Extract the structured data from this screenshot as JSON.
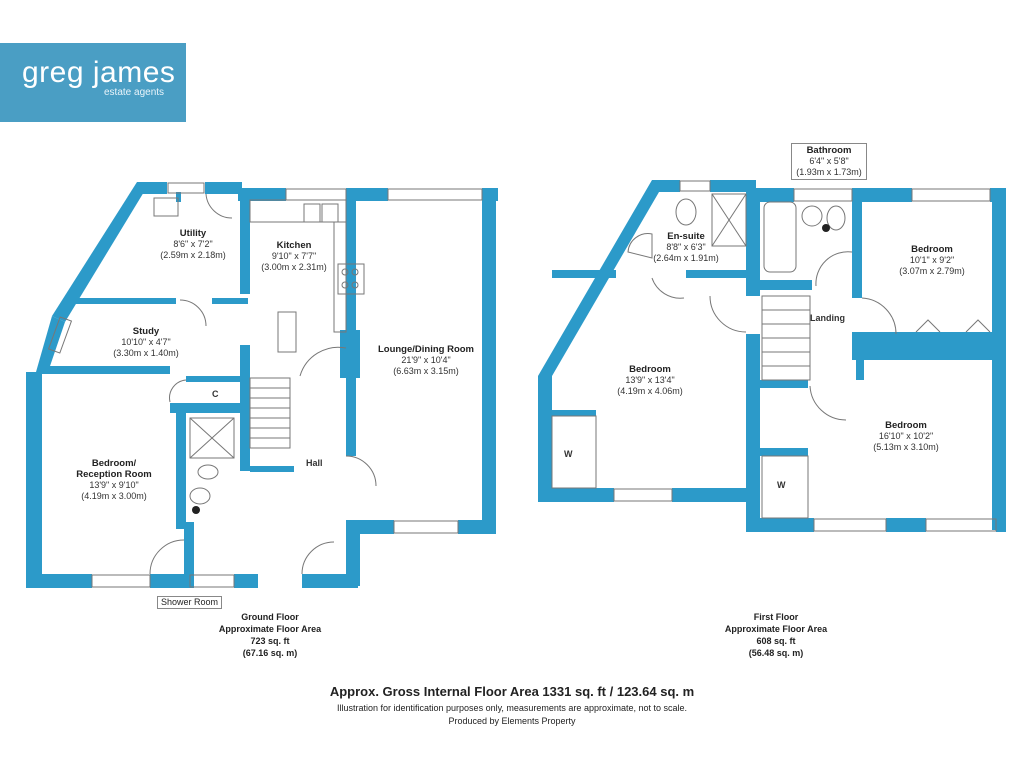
{
  "logo": {
    "name": "greg james",
    "tagline": "estate agents"
  },
  "colors": {
    "wall": "#2c9ac9",
    "logo_bg": "#4a9ec4",
    "fixture": "#777777"
  },
  "ground_floor": {
    "rooms": [
      {
        "id": "utility",
        "name": "Utility",
        "imperial": "8'6\" x 7'2\"",
        "metric": "(2.59m x 2.18m)"
      },
      {
        "id": "kitchen",
        "name": "Kitchen",
        "imperial": "9'10\" x 7'7\"",
        "metric": "(3.00m x 2.31m)"
      },
      {
        "id": "lounge",
        "name": "Lounge/Dining Room",
        "imperial": "21'9\" x 10'4\"",
        "metric": "(6.63m x 3.15m)"
      },
      {
        "id": "study",
        "name": "Study",
        "imperial": "10'10\" x 4'7\"",
        "metric": "(3.30m x 1.40m)"
      },
      {
        "id": "bedroom-reception",
        "name": "Bedroom/\nReception Room",
        "imperial": "13'9\" x 9'10\"",
        "metric": "(4.19m x 3.00m)"
      }
    ],
    "small_labels": {
      "cupboard": "C",
      "hall": "Hall",
      "shower_room": "Shower Room"
    },
    "title": "Ground Floor",
    "area_label": "Approximate Floor Area",
    "area_sqft": "723 sq. ft",
    "area_sqm": "(67.16 sq. m)"
  },
  "first_floor": {
    "rooms": [
      {
        "id": "bathroom",
        "name": "Bathroom",
        "imperial": "6'4\" x 5'8\"",
        "metric": "(1.93m x 1.73m)"
      },
      {
        "id": "ensuite",
        "name": "En-suite",
        "imperial": "8'8\" x 6'3\"",
        "metric": "(2.64m x 1.91m)"
      },
      {
        "id": "bedroom-1",
        "name": "Bedroom",
        "imperial": "10'1\" x 9'2\"",
        "metric": "(3.07m x 2.79m)"
      },
      {
        "id": "bedroom-2",
        "name": "Bedroom",
        "imperial": "13'9\" x 13'4\"",
        "metric": "(4.19m x 4.06m)"
      },
      {
        "id": "bedroom-3",
        "name": "Bedroom",
        "imperial": "16'10\" x 10'2\"",
        "metric": "(5.13m x 3.10m)"
      }
    ],
    "small_labels": {
      "landing": "Landing",
      "wardrobe_left": "W",
      "wardrobe_right": "W"
    },
    "title": "First Floor",
    "area_label": "Approximate Floor Area",
    "area_sqft": "608 sq. ft",
    "area_sqm": "(56.48 sq. m)"
  },
  "footer": {
    "gross_area": "Approx. Gross Internal Floor Area 1331 sq. ft / 123.64 sq. m",
    "disclaimer": "Illustration for identification purposes only, measurements are approximate, not to scale.",
    "producer": "Produced by Elements Property"
  }
}
